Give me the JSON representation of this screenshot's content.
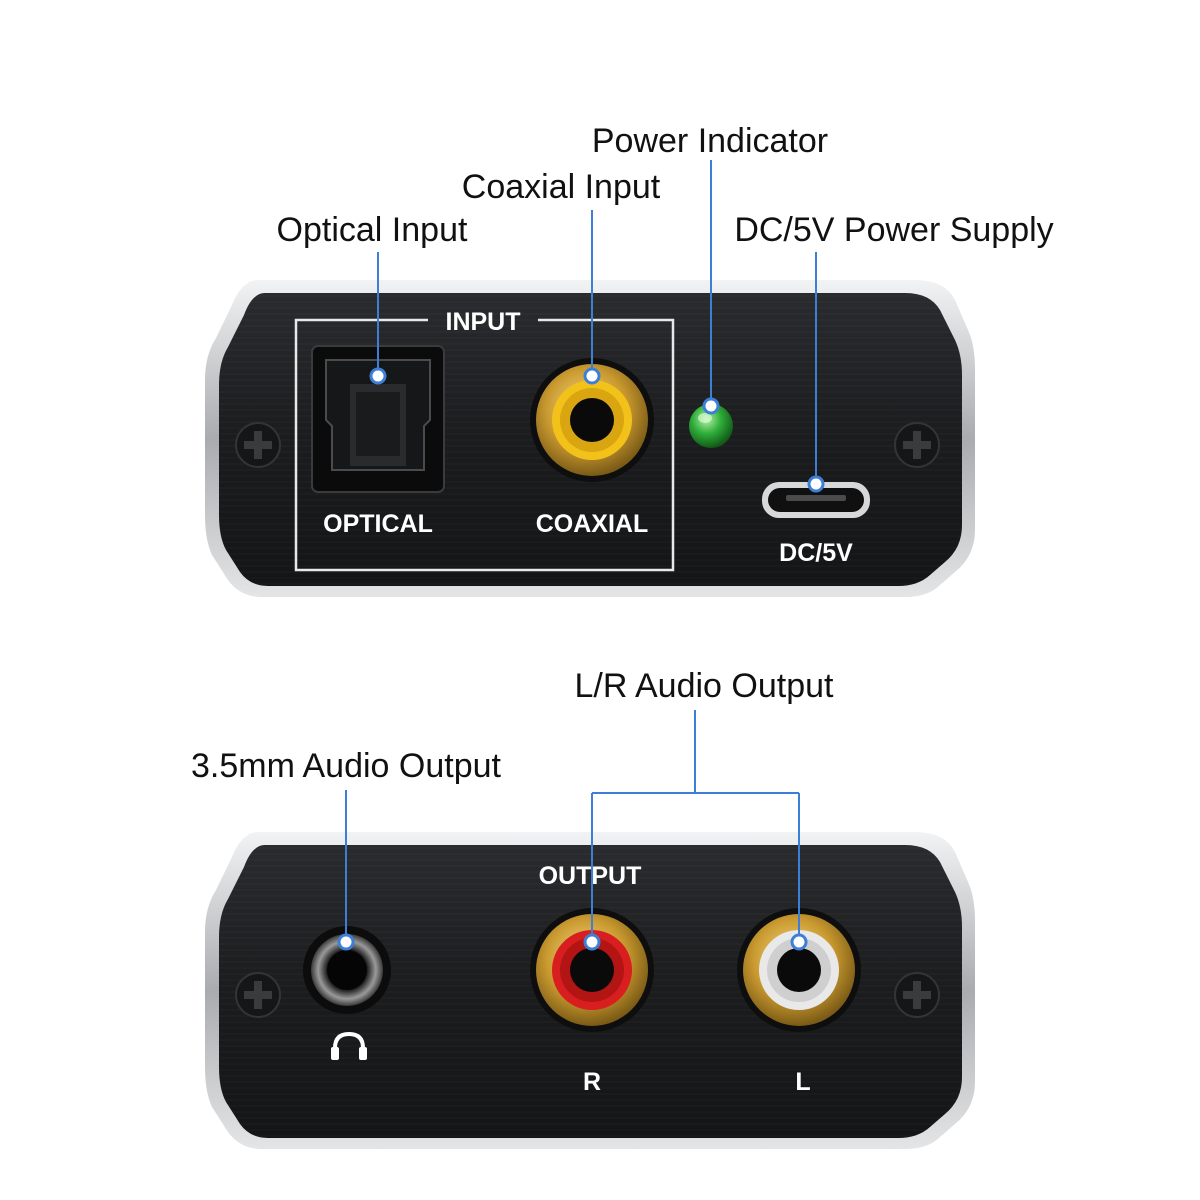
{
  "callouts": {
    "power_indicator": "Power Indicator",
    "coaxial_input": "Coaxial Input",
    "optical_input": "Optical Input",
    "dc_power_supply": "DC/5V Power Supply",
    "lr_audio_output": "L/R Audio Output",
    "headphone_output": "3.5mm Audio Output"
  },
  "top_panel": {
    "group_label": "INPUT",
    "optical_label": "OPTICAL",
    "coaxial_label": "COAXIAL",
    "dc_label": "DC/5V"
  },
  "bottom_panel": {
    "group_label": "OUTPUT",
    "right_label": "R",
    "left_label": "L"
  },
  "icons": [
    "screw-icon",
    "headphone-icon",
    "led-icon"
  ],
  "colors": {
    "leader_line": "#3d7fd6",
    "panel": "#1c1d1f",
    "bezel": "#c9cbcd",
    "led": "#2fae3a",
    "coax_insert": "#f2c21b",
    "rca_right": "#d81e1e",
    "rca_left": "#e9e9e9",
    "gold": "#c9992f"
  }
}
